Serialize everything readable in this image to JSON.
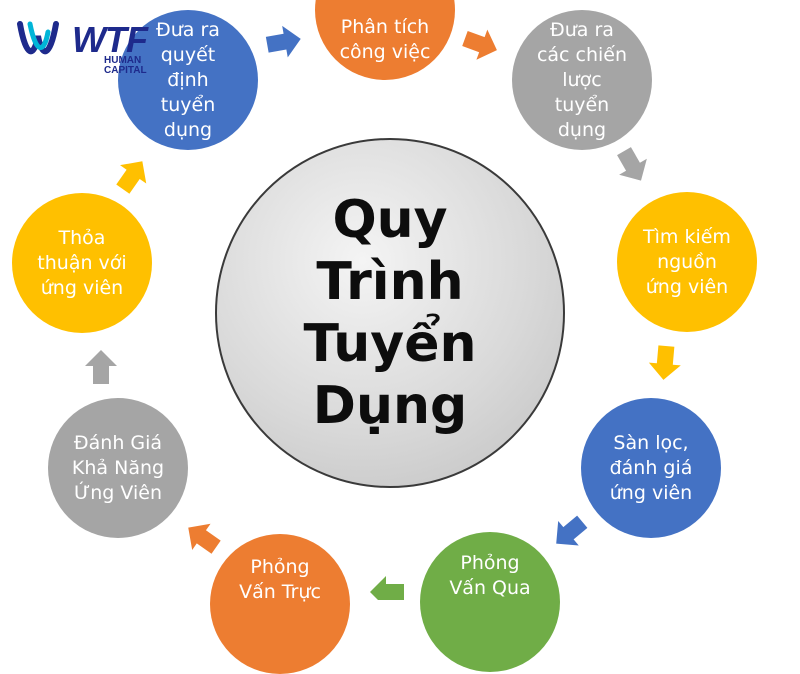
{
  "center_title": "Quy\nTrình\nTuyển\nDụng",
  "steps": [
    {
      "label": "Phân tích\ncông việc",
      "color": "#ED7D31"
    },
    {
      "label": "Đưa ra\ncác chiến\nlược\ntuyển\ndụng",
      "color": "#A5A5A5"
    },
    {
      "label": "Tìm kiếm\nnguồn\nứng viên",
      "color": "#FFC000"
    },
    {
      "label": "Sàn lọc,\nđánh giá\nứng viên",
      "color": "#4472C4"
    },
    {
      "label": "Phỏng\nVấn Qua",
      "color": "#70AD47"
    },
    {
      "label": "Phỏng\nVấn Trực",
      "color": "#ED7D31"
    },
    {
      "label": "Đánh Giá\nKhả Năng\nỨng Viên",
      "color": "#A5A5A5"
    },
    {
      "label": "Thỏa\nthuận với\nứng viên",
      "color": "#FFC000"
    },
    {
      "label": "Đưa ra\nquyết\nđịnh\ntuyển\ndụng",
      "color": "#4472C4"
    }
  ],
  "logo": {
    "name": "WTF",
    "tagline": "HUMAN\nCAPITAL",
    "colors": [
      "#1e2a8c",
      "#00b5d8"
    ]
  }
}
